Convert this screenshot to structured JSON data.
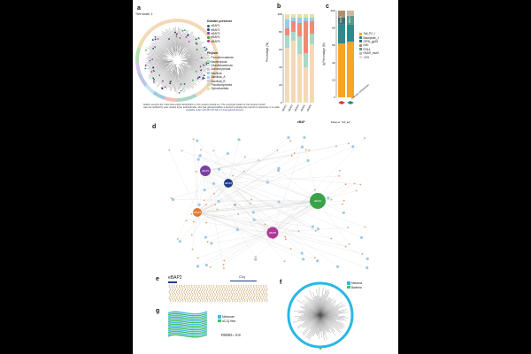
{
  "panels": {
    "a": "a",
    "b": "b",
    "c": "c",
    "d": "d",
    "e": "e",
    "f": "f",
    "g": "g"
  },
  "panel_a": {
    "tree_scale": "Tree scale: 1",
    "legend_domain_title": "Domain presence",
    "domains": [
      {
        "name": "eBAP1",
        "color": "#2d7a3a"
      },
      {
        "name": "eBAP2",
        "color": "#1f3f8a"
      },
      {
        "name": "eBAP3",
        "color": "#7a3fa0"
      },
      {
        "name": "eBAP4",
        "color": "#3aa34a"
      },
      {
        "name": "eBAP5",
        "color": "#b0389a"
      }
    ],
    "legend_phylum_title": "Phylum",
    "phyla": [
      {
        "name": "Pseudomonadota",
        "color": "#f4d9b8"
      },
      {
        "name": "Bacteroidota",
        "color": "#a8d8c8"
      },
      {
        "name": "Desulfobacterota",
        "color": "#c7e6f2"
      },
      {
        "name": "Actinomycetota",
        "color": "#f3c1b6"
      },
      {
        "name": "Bacillota",
        "color": "#9ecbe4"
      },
      {
        "name": "Bacillota_A",
        "color": "#b8c6e6"
      },
      {
        "name": "Bacillota_B",
        "color": "#d9c3e6"
      },
      {
        "name": "Planctomycetota",
        "color": "#b6e0b0"
      },
      {
        "name": "Spirochaetota",
        "color": "#e8e0a8"
      }
    ],
    "license_line1": "bioRxiv preprint doi: https://doi.org/10.1101/2024.xx; this version posted xxx. The copyright holder for this preprint (which",
    "license_line2": "was not certified by peer review) is the author/funder, who has granted bioRxiv a license to display the preprint in perpetuity. It is made",
    "license_line3": "available under aCC-BY-NC-ND 4.0 International license."
  },
  "panel_b": {
    "ylabel": "Percentage (%)",
    "yticks": [
      "0",
      "20",
      "40",
      "60",
      "80",
      "100"
    ],
    "xlabel": "eBAP",
    "categories": [
      "eBAP1",
      "eBAP2",
      "eBAP3",
      "eBAP4",
      "eBAP5"
    ],
    "series_colors": [
      "#f4d9b8",
      "#a8d8c8",
      "#f08a78",
      "#9ecbe4",
      "#e8e0a8"
    ],
    "stacks": [
      [
        62,
        14,
        8,
        10,
        6
      ],
      [
        70,
        10,
        12,
        4,
        4
      ],
      [
        55,
        20,
        15,
        6,
        4
      ],
      [
        40,
        16,
        36,
        4,
        4
      ],
      [
        66,
        12,
        14,
        4,
        4
      ]
    ]
  },
  "panel_c": {
    "ylabel": "Ig Percentage (%)",
    "yticks": [
      "0",
      "20",
      "40",
      "60",
      "80",
      "100"
    ],
    "bar_labels": [
      "BAP-3",
      "BAP-4"
    ],
    "bar1": [
      {
        "value": 62,
        "color": "#f5a623"
      },
      {
        "value": 22,
        "color": "#2c8a8a"
      },
      {
        "value": 8,
        "color": "#3f6f6f"
      },
      {
        "value": 8,
        "color": "#a89070"
      }
    ],
    "bar2": [
      {
        "value": 64,
        "color": "#f5a623"
      },
      {
        "value": 20,
        "color": "#2c8a8a"
      },
      {
        "value": 10,
        "color": "#5a9a8a"
      },
      {
        "value": 6,
        "color": "#c8b8a0"
      }
    ],
    "legend": [
      {
        "name": "Tail_P2_I",
        "color": "#f5a623"
      },
      {
        "name": "Baseplate_J",
        "color": "#2c8a8a"
      },
      {
        "name": "GPW_gp25",
        "color": "#3f6f6f"
      },
      {
        "name": "NHL",
        "color": "#a89070"
      },
      {
        "name": "FN14",
        "color": "#5a9a8a"
      },
      {
        "name": "PAAR_motif",
        "color": "#c8b8a0"
      },
      {
        "name": "<2%",
        "color": "#dddddd"
      }
    ],
    "group_label1": "Ebap-wt",
    "group_label2": "Tail_adj",
    "xlabel": "Domain composition"
  },
  "panel_e": {
    "title": "eBAP2",
    "domain_label": "C1q"
  },
  "panel_f": {
    "legend": [
      {
        "name": "Metazoa",
        "color": "#2bb7e6"
      },
      {
        "name": "Bacteria",
        "color": "#45c84a"
      }
    ]
  },
  "panel_g": {
    "legend": [
      {
        "name": "Metazoan",
        "color": "#4db8e8"
      },
      {
        "name": "aC1Q fiber",
        "color": "#3fc060"
      }
    ],
    "rmsd": "RMSD= 0.8"
  },
  "panel_d": {
    "hubs": [
      {
        "name": "eBAP1",
        "color": "#3aa34a",
        "r": 9
      },
      {
        "name": "eBAP2",
        "color": "#1f3f8a",
        "r": 5
      },
      {
        "name": "eBAP3",
        "color": "#7a3fa0",
        "r": 6
      },
      {
        "name": "eBAP5",
        "color": "#b0389a",
        "r": 6.5
      },
      {
        "name": "eBAP4",
        "color": "#e07a30",
        "r": 5
      }
    ]
  }
}
